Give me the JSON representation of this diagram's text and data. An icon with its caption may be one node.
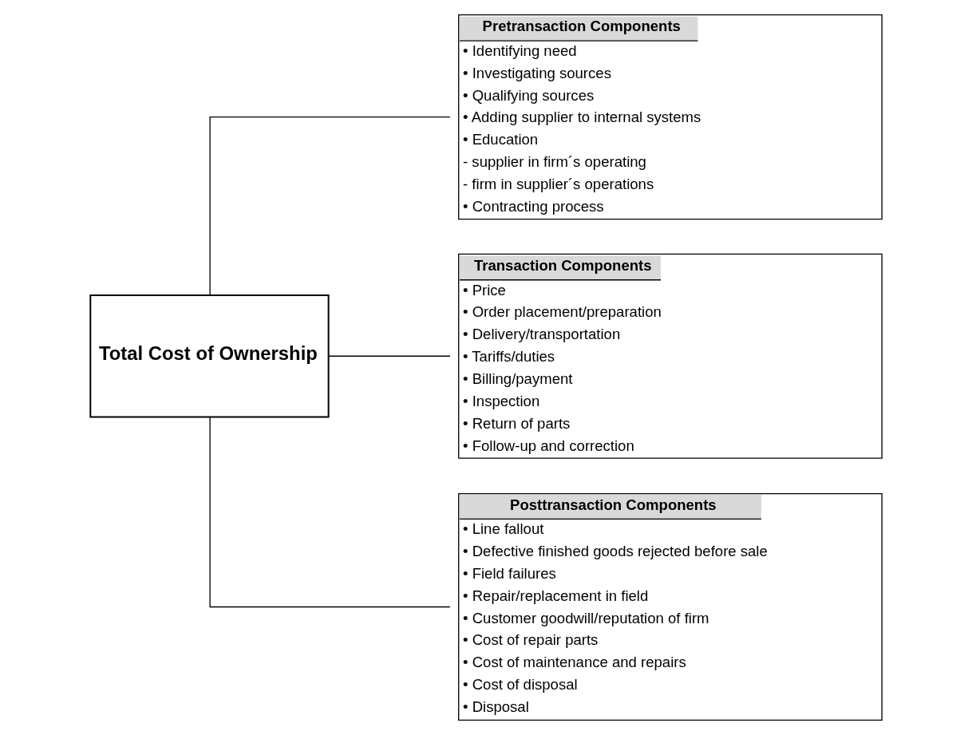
{
  "diagram": {
    "nodes": [
      {
        "text": [
          "Total Cost of Ownership"
        ]
      },
      {
        "text": [
          "Pretransaction Components",
          "• Identifying need",
          "• Investigating sources",
          "• Qualifying sources",
          "• Adding supplier to internal systems",
          "• Education",
          "- supplier in firm´s operating",
          "- firm in supplier´s operations",
          "• Contracting process"
        ]
      },
      {
        "text": [
          "Transaction Components",
          "• Price",
          "• Order placement/preparation",
          "• Delivery/transportation",
          "• Tariffs/duties",
          "• Billing/payment",
          "• Inspection",
          "• Return of parts",
          "• Follow-up and correction"
        ]
      },
      {
        "text": [
          "Posttransaction Components",
          "• Line fallout",
          "• Defective finished goods rejected before sale",
          "• Field failures",
          "• Repair/replacement in field",
          "• Customer goodwill/reputation of firm",
          "• Cost of repair parts",
          "• Cost of maintenance and repairs",
          "• Cost of disposal",
          "• Disposal"
        ]
      }
    ],
    "edges": [
      {
        "from": 0,
        "to": 1,
        "arrow": "none"
      },
      {
        "from": 0,
        "to": 2,
        "arrow": "none"
      },
      {
        "from": 0,
        "to": 3,
        "arrow": "none"
      }
    ]
  }
}
